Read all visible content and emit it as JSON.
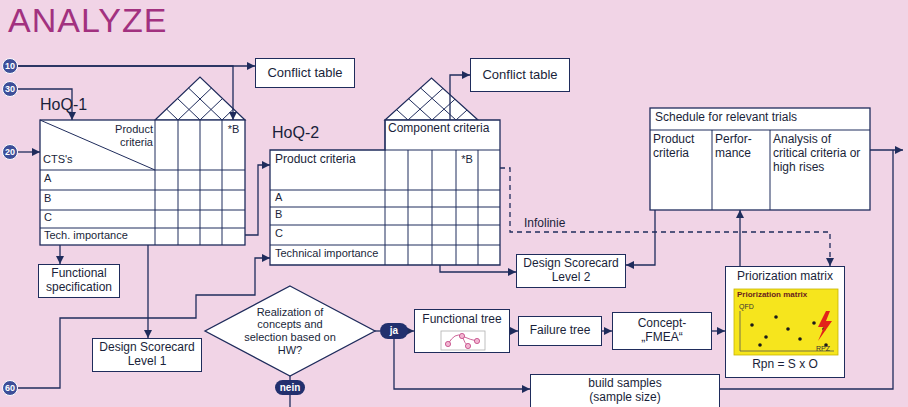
{
  "diagram": {
    "title": "ANALYZE",
    "nodes": [
      {
        "text": [
          "10"
        ]
      },
      {
        "text": [
          "30"
        ]
      },
      {
        "text": [
          "20"
        ]
      },
      {
        "text": [
          "60"
        ]
      },
      {
        "text": [
          "HoQ-1",
          "Product criteria",
          "CTS's",
          "A",
          "B",
          "C",
          "Tech. importance",
          "*B"
        ]
      },
      {
        "text": [
          "Conflict table"
        ]
      },
      {
        "text": [
          "HoQ-2",
          "Component criteria",
          "Product criteria",
          "A",
          "B",
          "C",
          "Technical importance",
          "*B"
        ]
      },
      {
        "text": [
          "Conflict table"
        ]
      },
      {
        "text": [
          "Functional specification"
        ]
      },
      {
        "text": [
          "Design Scorecard Level 1"
        ]
      },
      {
        "text": [
          "Realization of concepts and selection based on HW?"
        ]
      },
      {
        "text": [
          "ja"
        ]
      },
      {
        "text": [
          "nein"
        ]
      },
      {
        "text": [
          "Functional tree"
        ]
      },
      {
        "text": [
          "Failure tree"
        ]
      },
      {
        "text": [
          "Concept-„FMEA“"
        ]
      },
      {
        "text": [
          "Design Scorecard Level 2"
        ]
      },
      {
        "text": [
          "Schedule for relevant trials",
          "Product criteria",
          "Perfor- mance",
          "Analysis of critical criteria or high rises"
        ]
      },
      {
        "text": [
          "Priorization matrix",
          "Rpn = S x O"
        ]
      },
      {
        "text": [
          "build samples (sample size)"
        ]
      }
    ],
    "edges": [
      {
        "from": 0,
        "to": 5,
        "arrow": "to"
      },
      {
        "from": 0,
        "to": 4,
        "arrow": "to"
      },
      {
        "from": 1,
        "to": 4,
        "arrow": "to"
      },
      {
        "from": 2,
        "to": 4,
        "arrow": "to"
      },
      {
        "from": 3,
        "to": 6,
        "arrow": "to"
      },
      {
        "from": 4,
        "to": 8,
        "arrow": "to"
      },
      {
        "from": 4,
        "to": 9,
        "arrow": "to"
      },
      {
        "from": 4,
        "to": 6,
        "arrow": "to"
      },
      {
        "from": 6,
        "to": 7,
        "arrow": "to"
      },
      {
        "from": 6,
        "to": 16,
        "arrow": "to"
      },
      {
        "from": 6,
        "to": 18,
        "label": "Infolinie",
        "arrow": "to"
      },
      {
        "from": 17,
        "to": 16,
        "arrow": "to"
      },
      {
        "from": 18,
        "to": 17,
        "arrow": "to"
      },
      {
        "from": 10,
        "to": 11,
        "arrow": "none"
      },
      {
        "from": 11,
        "to": 13,
        "arrow": "to"
      },
      {
        "from": 13,
        "to": 14,
        "arrow": "to"
      },
      {
        "from": 14,
        "to": 15,
        "arrow": "to"
      },
      {
        "from": 15,
        "to": 18,
        "arrow": "to"
      },
      {
        "from": 10,
        "to": 12,
        "arrow": "none"
      },
      {
        "from": 11,
        "to": 19,
        "arrow": "to"
      }
    ],
    "labels": [
      "Priorization matrix",
      "QFD",
      "RPZ"
    ]
  }
}
